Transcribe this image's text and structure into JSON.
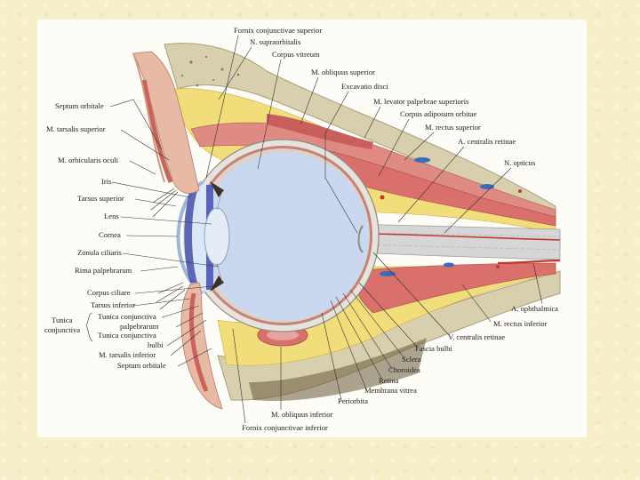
{
  "labels": {
    "fornix_superior": "Fornix conjunctivae superior",
    "n_supraorbitalis": "N. supraorbitalis",
    "corpus_vitreum": "Corpus vitreum",
    "m_obliquus_superior": "M. obliquus superior",
    "excavatio_disci": "Excavatio disci",
    "m_levator": "M. levator palpebrae superioris",
    "corpus_adiposum": "Corpus adiposum orbitae",
    "m_rectus_superior": "M. rectus superior",
    "a_centralis_retinae": "A. centralis retinae",
    "n_opticus": "N. opticus",
    "septum_orbitale_top": "Septum orbitale",
    "m_tarsalis_superior": "M. tarsalis superior",
    "m_orbicularis_oculi": "M. orbicularis oculi",
    "iris": "Iris",
    "tarsus_superior": "Tarsus superior",
    "lens": "Lens",
    "cornea": "Cornea",
    "zonula_ciliaris": "Zonula ciliaris",
    "rima_palpebrarum": "Rima palpebrarum",
    "corpus_ciliare": "Corpus ciliare",
    "tarsus_inferior": "Tarsus inferior",
    "tunica_conjunctiva": "Tunica",
    "tunica_conjunctiva_2": "conjunctiva",
    "tunica_conj_palp_1": "Tunica conjunctiva",
    "tunica_conj_palp_2": "palpebrarum",
    "tunica_conj_bulbi_1": "Tunica conjunctiva",
    "tunica_conj_bulbi_2": "bulbi",
    "m_tarsalis_inferior": "M. tarsalis inferior",
    "septum_orbitale_bottom": "Septum orbitale",
    "a_ophthalmica": "A. ophthalmica",
    "m_rectus_inferior": "M. rectus inferior",
    "v_centralis_retinae": "V. centralis retinae",
    "fascia_bulbi": "Fascia bulbi",
    "sclera": "Sclera",
    "choroidea": "Choroidea",
    "retina": "Retina",
    "membrana_vitrea": "Membrana vitrea",
    "periorbita": "Periorbita",
    "m_obliquus_inferior": "M. obliquus inferior",
    "fornix_inferior": "Fornix conjunctivae inferior"
  },
  "colors": {
    "background": "#f6efc9",
    "frame": "#fdfcf7",
    "vitreous": "#c9d8ef",
    "sclera": "#e6e3dc",
    "fat": "#f1dd7a",
    "muscle": "#d9706b",
    "skin": "#e8b9a4",
    "bone": "#d8cfae",
    "nerve": "#d6d6d6",
    "iris": "#5a63b8"
  }
}
